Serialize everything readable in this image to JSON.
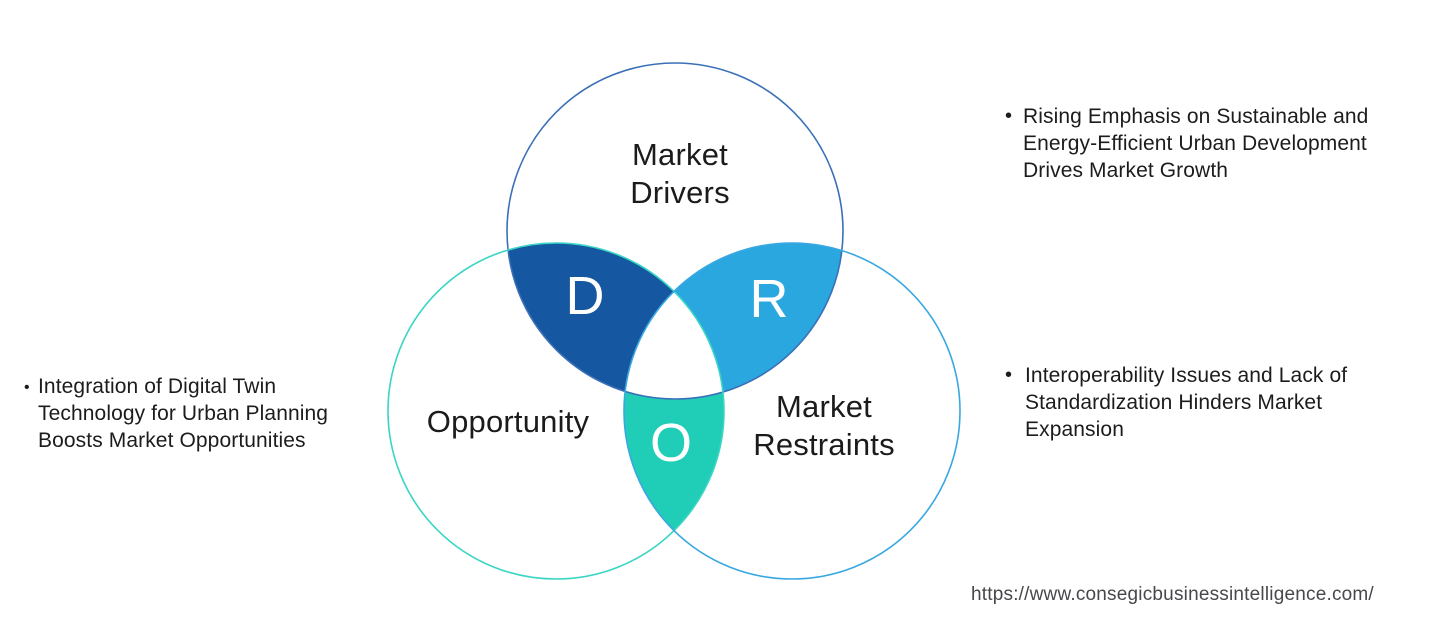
{
  "venn": {
    "drivers": {
      "label_lines": [
        "Market",
        "Drivers"
      ],
      "letter": "D",
      "fill_color": "#1557A0",
      "outline_color": "#3A70B7"
    },
    "opportunity": {
      "label": "Opportunity",
      "letter": "O",
      "fill_color": "#20CDB6",
      "outline_color": "#3AD5C3"
    },
    "restraints": {
      "label_lines": [
        "Market",
        "Restraints"
      ],
      "letter": "R",
      "fill_color": "#2BA7E0",
      "outline_color": "#39A7E2"
    },
    "center_color": "#FFFFFF",
    "letter_color": "#FFFFFF"
  },
  "bullets": {
    "left": {
      "marker": "•",
      "lines": [
        "Integration of Digital Twin",
        "Technology for Urban Planning",
        "Boosts Market Opportunities"
      ]
    },
    "top_right": {
      "marker": "•",
      "lines": [
        "Rising Emphasis on Sustainable and",
        "Energy-Efficient Urban Development",
        "Drives Market Growth"
      ]
    },
    "bottom_right": {
      "marker": "•",
      "lines": [
        "Interoperability Issues and Lack of",
        "Standardization Hinders Market",
        "Expansion"
      ]
    }
  },
  "footer": {
    "url": "https://www.consegicbusinessintelligence.com/"
  }
}
